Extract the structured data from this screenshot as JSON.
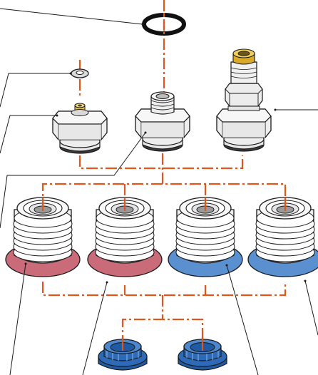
{
  "figure": {
    "kind": "exploded assembly drawing of vacuum suction cup components",
    "colors": {
      "axis_line": "#e0561b",
      "leader_line": "#1a1a1a",
      "outline": "#1a1a1a",
      "metal_fill": "#f2f2f2",
      "metal_shade": "#cfcfcf",
      "brass": "#e8c240",
      "cup_red": "#c96b78",
      "cup_blue": "#5a8fd0",
      "cup_white": "#f7f7f7",
      "adapter_blue": "#2d6bb8"
    },
    "parts": [
      {
        "id": "o-ring",
        "icon": "o-ring-icon"
      },
      {
        "id": "washer",
        "icon": "washer-icon"
      },
      {
        "id": "fitting-with-nipple",
        "icon": "hex-fitting-icon"
      },
      {
        "id": "fitting-with-male-thread",
        "icon": "hex-fitting-icon"
      },
      {
        "id": "push-in-connector",
        "icon": "push-in-fitting-icon"
      },
      {
        "id": "bellows-cup-red-1",
        "icon": "bellows-cup-icon"
      },
      {
        "id": "bellows-cup-red-2",
        "icon": "bellows-cup-icon"
      },
      {
        "id": "bellows-cup-blue-1",
        "icon": "bellows-cup-icon"
      },
      {
        "id": "bellows-cup-blue-2",
        "icon": "bellows-cup-icon"
      },
      {
        "id": "blue-adapter-1",
        "icon": "adapter-ring-icon"
      },
      {
        "id": "blue-adapter-2",
        "icon": "adapter-ring-icon"
      }
    ],
    "labels": []
  }
}
